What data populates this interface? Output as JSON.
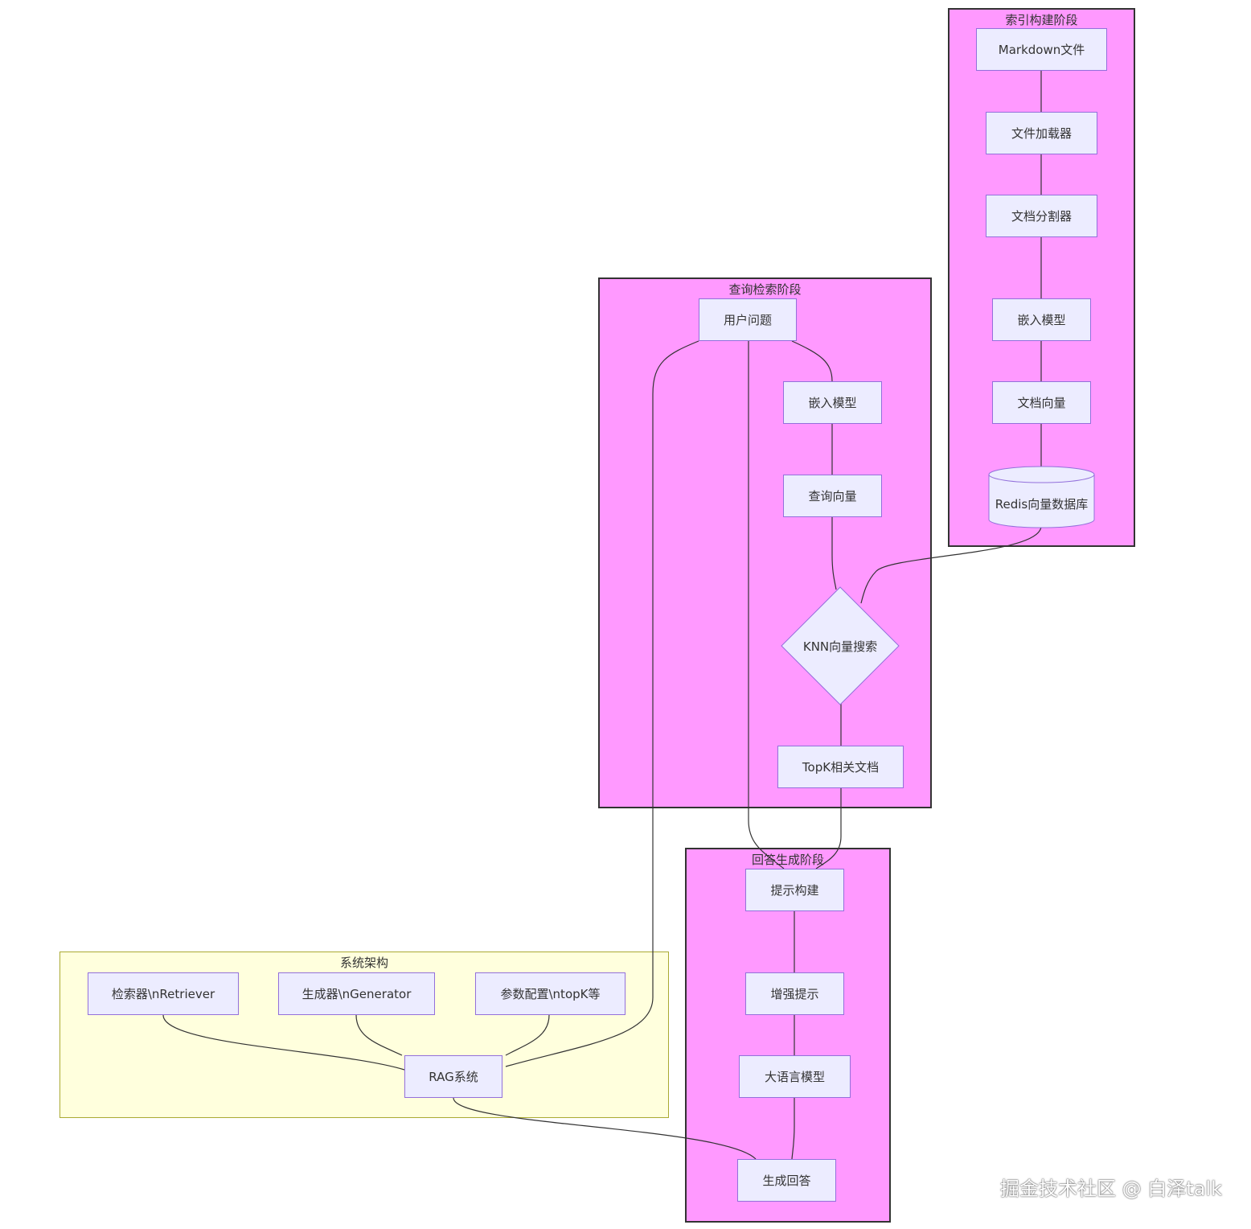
{
  "clusters": {
    "index": "索引构建阶段",
    "query": "查询检索阶段",
    "answer": "回答生成阶段",
    "arch": "系统架构"
  },
  "nodes": {
    "markdown": "Markdown文件",
    "loader": "文件加载器",
    "splitter": "文档分割器",
    "embed_index": "嵌入模型",
    "doc_vectors": "文档向量",
    "redis": "Redis向量数据库",
    "user_question": "用户问题",
    "embed_query": "嵌入模型",
    "query_vector": "查询向量",
    "knn": "KNN向量搜索",
    "topk": "TopK相关文档",
    "prompt_build": "提示构建",
    "augmented_prompt": "增强提示",
    "llm": "大语言模型",
    "answer": "生成回答",
    "retriever": "检索器\\nRetriever",
    "generator": "生成器\\nGenerator",
    "params": "参数配置\\ntopK等",
    "rag": "RAG系统"
  },
  "watermark": "掘金技术社区 @ 白泽talk"
}
